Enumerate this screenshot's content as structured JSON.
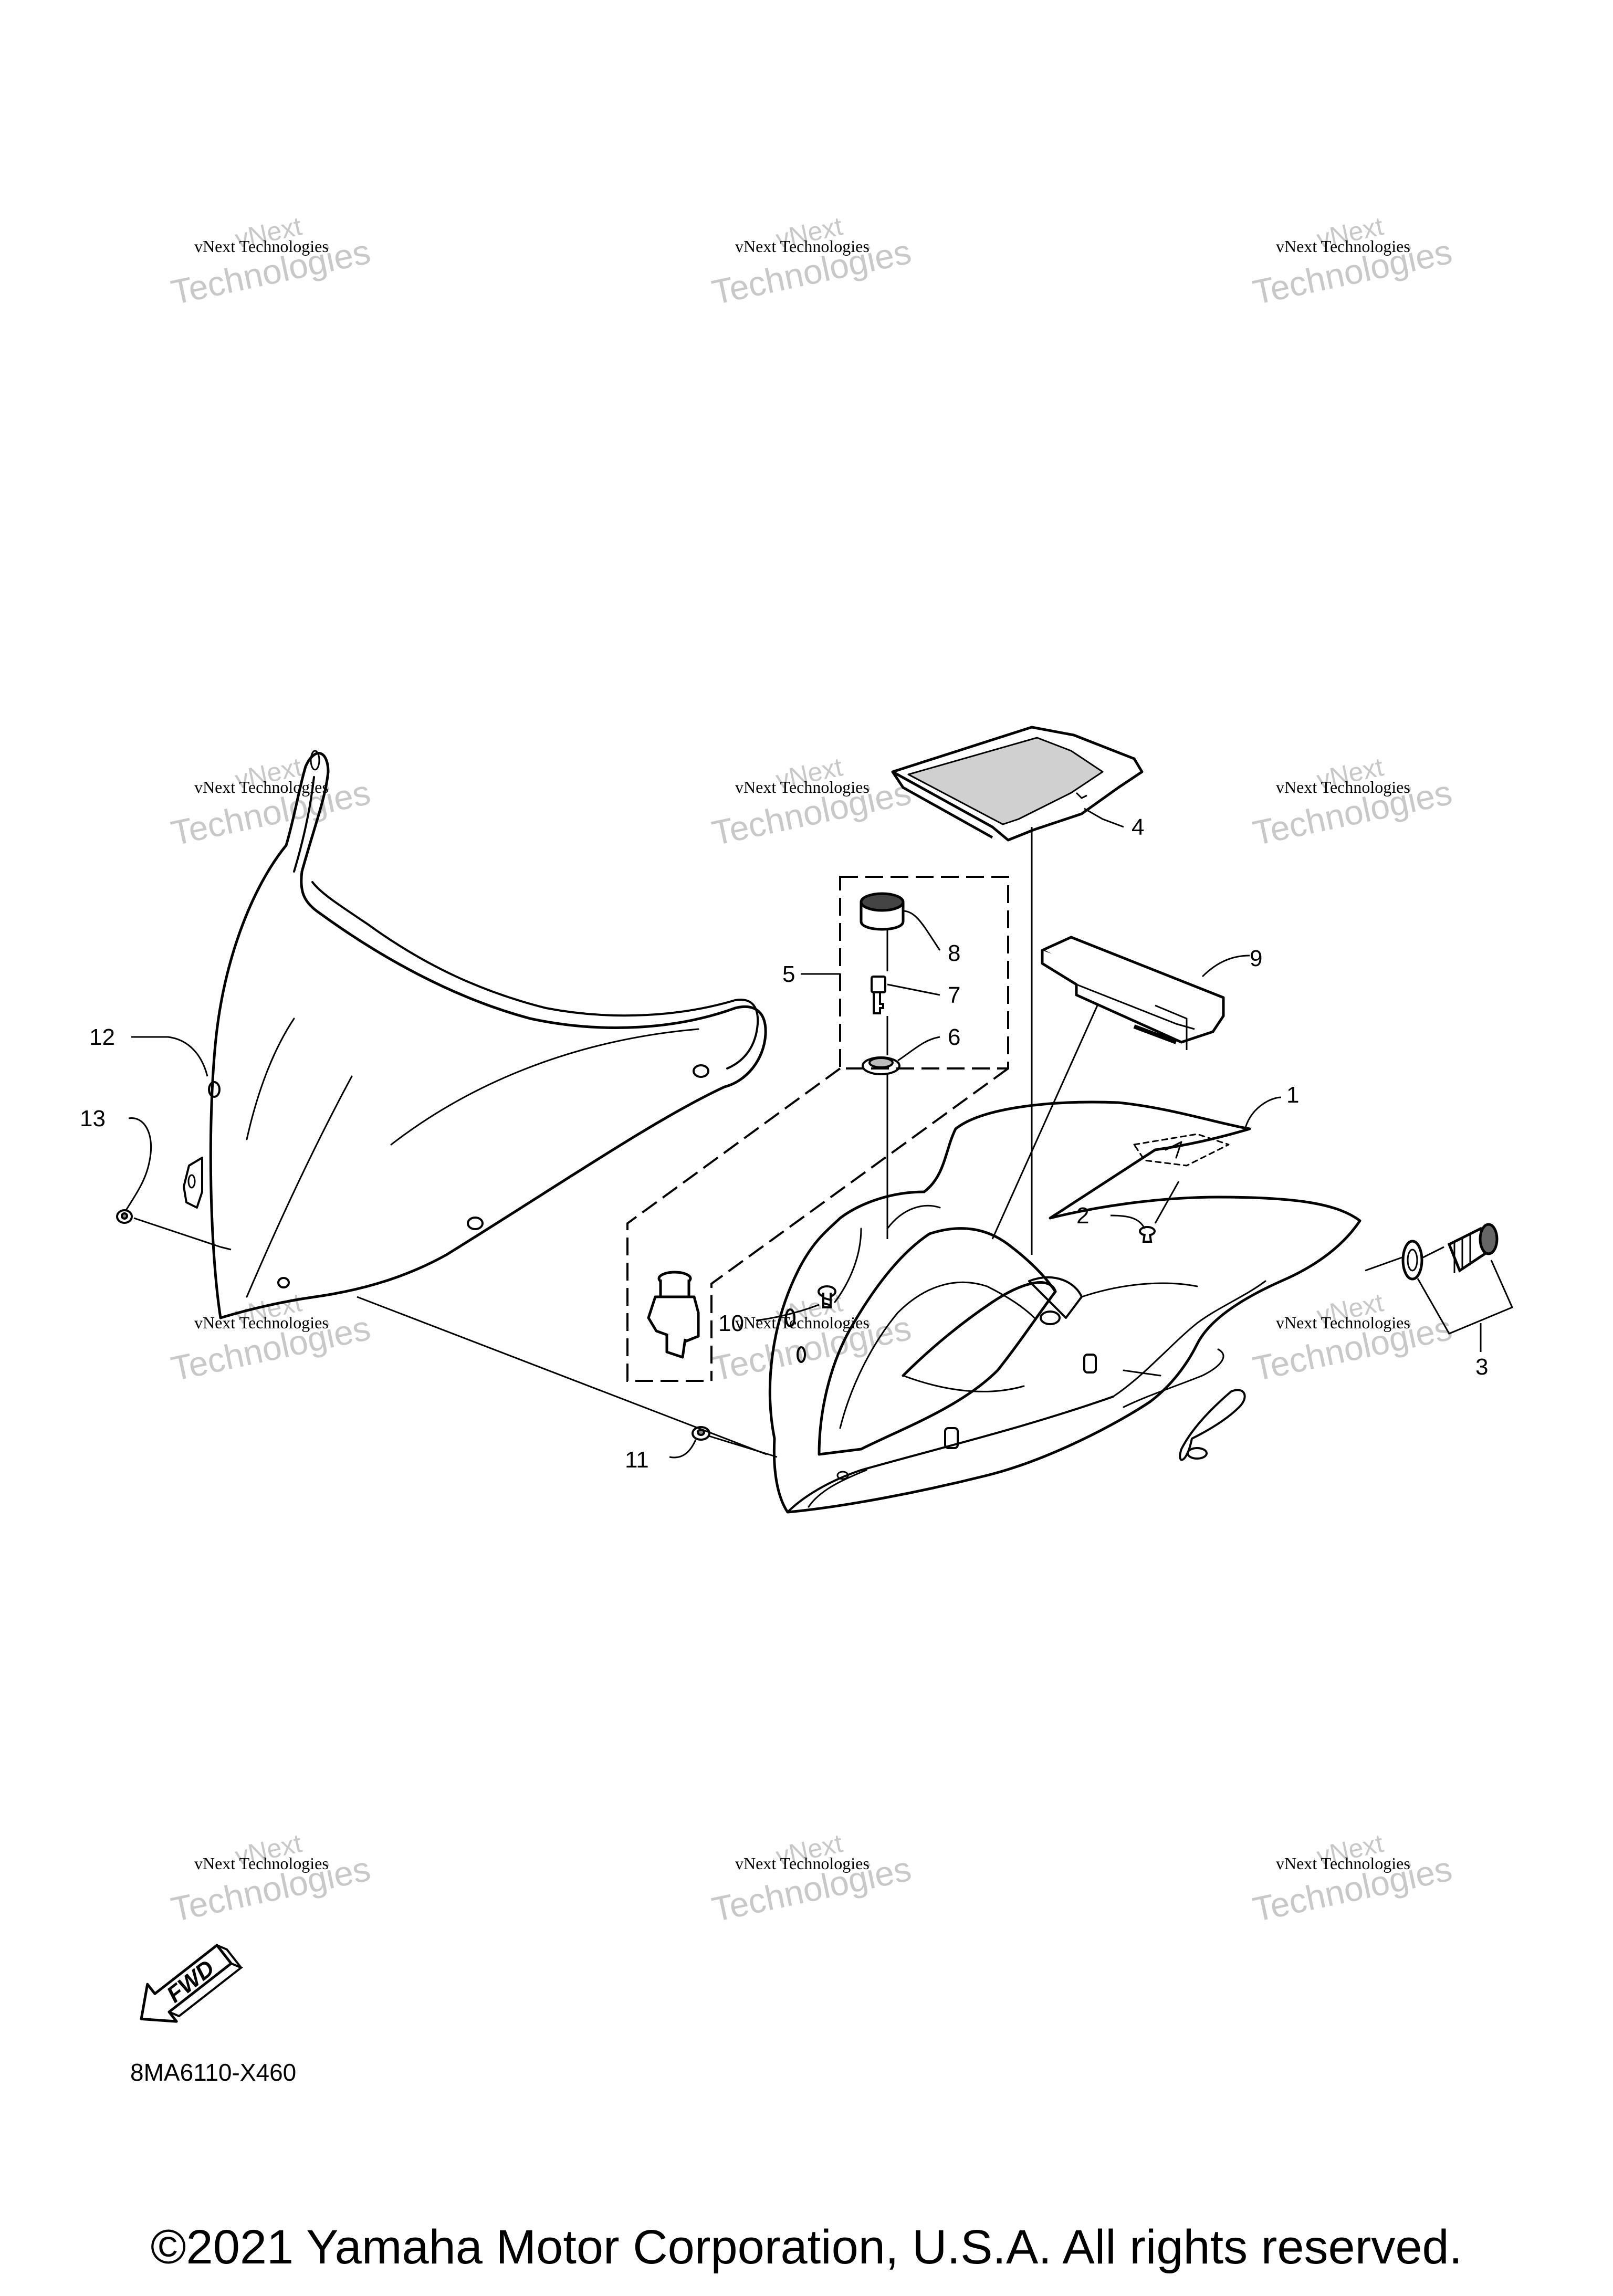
{
  "diagram": {
    "code": "8MA6110-X460",
    "copyright": "©2021 Yamaha Motor Corporation, U.S.A. All rights reserved.",
    "fwd_label": "FWD",
    "watermark": {
      "line1": "vNext Technologies",
      "line2": "vNext",
      "line3": "Technologies"
    },
    "callouts": {
      "c1": "1",
      "c2": "2",
      "c3": "3",
      "c4": "4",
      "c5": "5",
      "c6": "6",
      "c7": "7",
      "c8": "8",
      "c9": "9",
      "c10": "10",
      "c11": "11",
      "c12": "12",
      "c13": "13"
    }
  }
}
